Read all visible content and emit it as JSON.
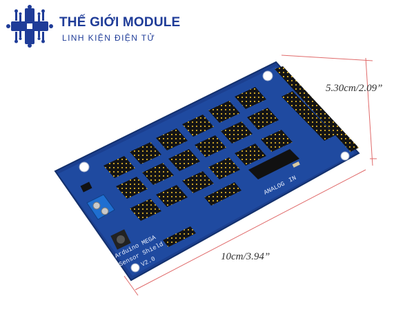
{
  "brand": {
    "name": "THẾ GIỚI MODULE",
    "tagline": "LINH KIỆN ĐIỆN TỬ",
    "color": "#1f3c98"
  },
  "dimensions": {
    "height_label": "5.30cm/2.09”",
    "width_label": "10cm/3.94”",
    "line_color": "#e06a6a"
  },
  "board": {
    "silkscreen_name": "Arduino MEGA",
    "silkscreen_line2": "Sensor Shield",
    "silkscreen_version": "V2.0",
    "label_analog": "ANALOG",
    "label_in": "IN",
    "board_color": "#1b3f8f"
  }
}
